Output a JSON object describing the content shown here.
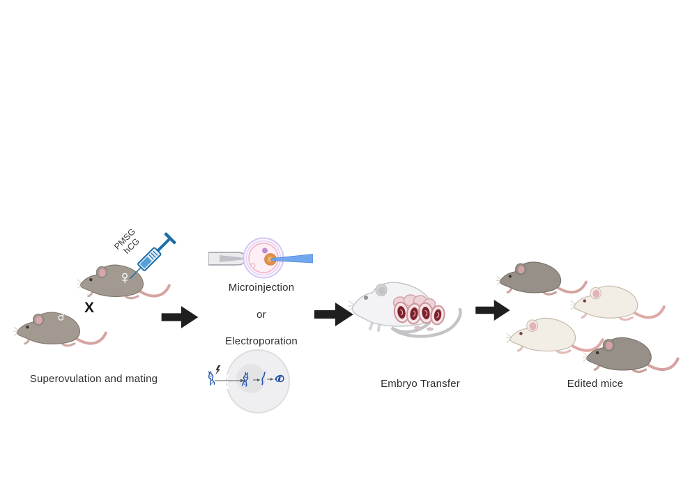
{
  "colors": {
    "arrow": "#1f1f1f",
    "text": "#2d2d2d",
    "syringe_blue": "#1b6ca8",
    "syringe_liquid": "#56a0d3",
    "injection_pipette_blue": "#72a7ef",
    "egg_zona_violet": "#d3c6f4",
    "egg_membrane_pink": "#f0aec8",
    "pronucleus_orange": "#e09248",
    "polar_body_purple": "#bf8ccc",
    "dna_blue": "#2153a6",
    "cell_gray": "#efeff1",
    "nucleus_gray": "#e4e4e7",
    "mouse_gray": "#a29a91",
    "mouse_white": "#f2ede5",
    "pregnant_mouse_white": "#f3f3f5",
    "embryo_sac_pink": "#f1d9dc",
    "embryo_red": "#7d212c"
  },
  "icons": {
    "arrow": "block-arrow-right",
    "syringe": "syringe",
    "dna": "dna-helix",
    "lightning": "lightning-bolt"
  },
  "stage_superovulation": {
    "caption": "Superovulation and mating",
    "cross_label": "X",
    "syringe_label_line1": "PMSG",
    "syringe_label_line2": "hCG",
    "female_symbol": "♀",
    "male_symbol": "♂"
  },
  "stage_injection": {
    "method1": "Microinjection",
    "conjunction": "or",
    "method2": "Electroporation"
  },
  "stage_embryo_transfer": {
    "caption": "Embryo Transfer"
  },
  "stage_edited": {
    "caption": "Edited mice"
  }
}
